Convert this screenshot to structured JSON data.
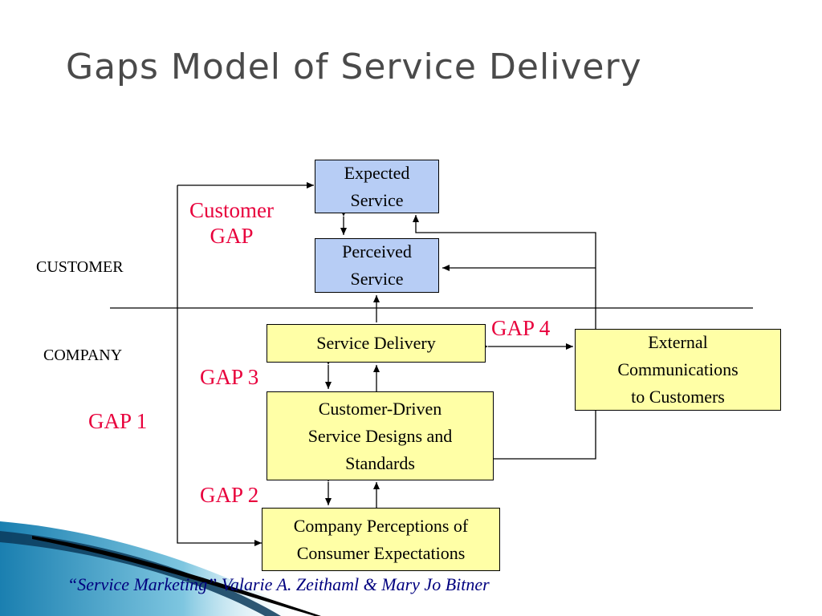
{
  "title": "Gaps Model of Service Delivery",
  "zones": {
    "customer": "CUSTOMER",
    "company": "COMPANY"
  },
  "boxes": {
    "expected_service": "Expected\nService",
    "perceived_service": "Perceived\nService",
    "service_delivery": "Service Delivery",
    "external_communications": "External\nCommunications\nto Customers",
    "service_designs": "Customer-Driven\nService Designs and\nStandards",
    "company_perceptions": "Company Perceptions of\nConsumer Expectations"
  },
  "gaps": {
    "customer_gap": "Customer\nGAP",
    "gap1": "GAP 1",
    "gap2": "GAP 2",
    "gap3": "GAP 3",
    "gap4": "GAP 4"
  },
  "citation": "“Service Marketing” Valarie A. Zeithaml & Mary Jo Bitner",
  "colors": {
    "customer_box": "#b7cdf5",
    "company_box": "#ffffa6",
    "gap_label": "#e8003c",
    "citation": "#00007f",
    "title": "#4a4a4a"
  }
}
